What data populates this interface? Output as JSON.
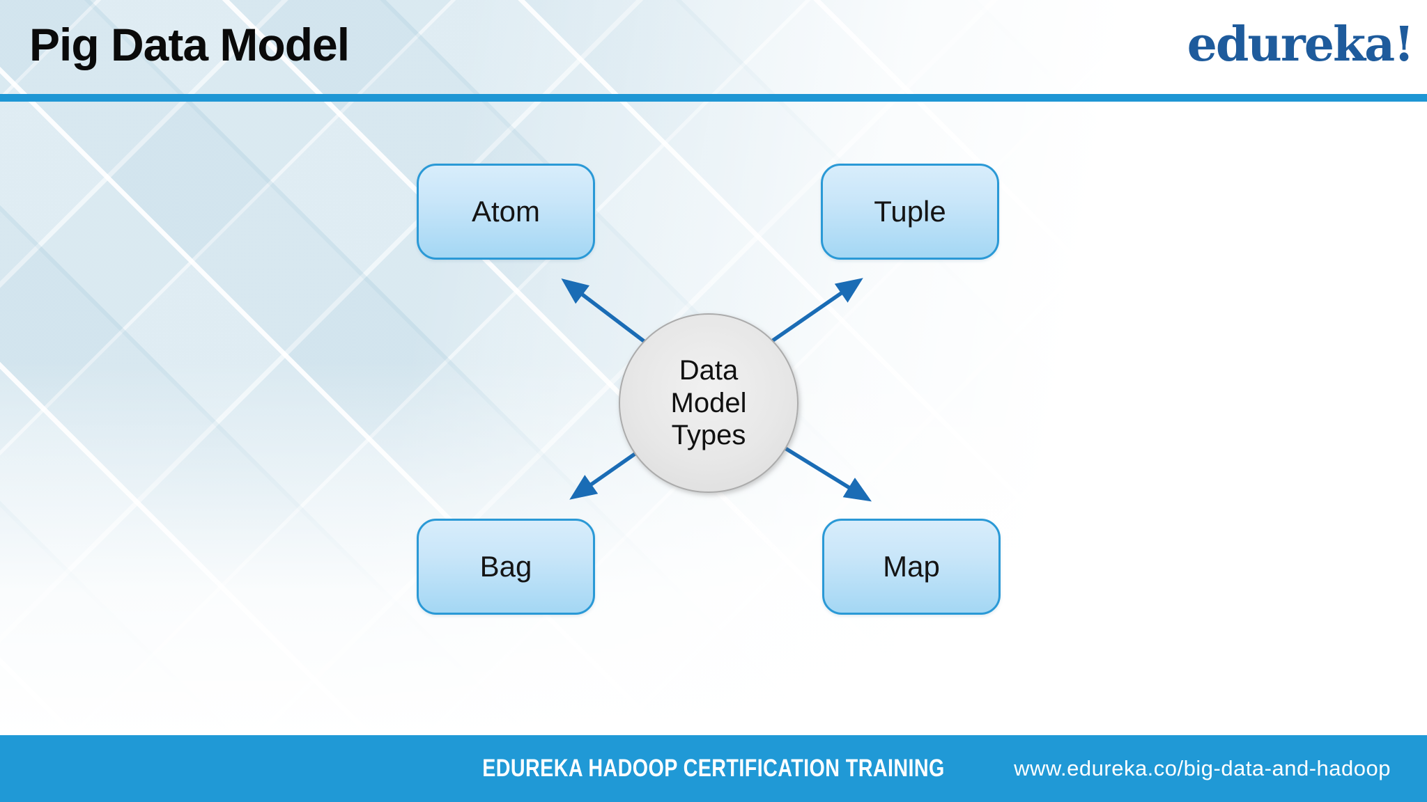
{
  "header": {
    "title": "Pig Data Model",
    "logo_text": "edureka!"
  },
  "diagram": {
    "center_node": {
      "label": "Data\nModel\nTypes"
    },
    "nodes": [
      {
        "id": "atom",
        "label": "Atom"
      },
      {
        "id": "tuple",
        "label": "Tuple"
      },
      {
        "id": "bag",
        "label": "Bag"
      },
      {
        "id": "map",
        "label": "Map"
      }
    ]
  },
  "footer": {
    "training_label": "EDUREKA HADOOP CERTIFICATION TRAINING",
    "url_label": "www.edureka.co/big-data-and-hadoop"
  },
  "colors": {
    "header_divider": "#1e96d4",
    "footer_bg": "#2099d6",
    "arrow_blue": "#1a6cb5",
    "node_border": "#2a99d6",
    "node_fill_top": "#d8edfb",
    "node_fill_bottom": "#a4d7f4",
    "circle_border": "#ababab",
    "logo_blue": "#1e5b9c",
    "title_color": "#0a0a0a"
  }
}
